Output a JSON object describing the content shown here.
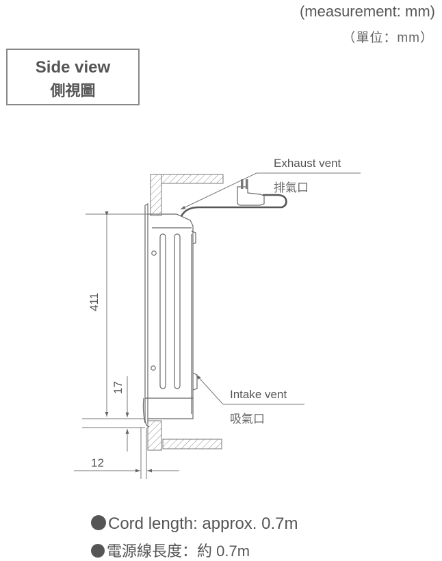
{
  "header": {
    "unit_en": "(measurement: mm)",
    "unit_zh": "（單位：mm）"
  },
  "title": {
    "en": "Side view",
    "zh": "側視圖"
  },
  "callouts": {
    "exhaust_en": "Exhaust vent",
    "exhaust_zh": "排氣口",
    "intake_en": "Intake vent",
    "intake_zh": "吸氣口"
  },
  "dimensions": {
    "height": "411",
    "bottom_offset": "17",
    "wall_gap": "12"
  },
  "notes": {
    "cord_en": "Cord length: approx. 0.7m",
    "cord_zh": "電源線長度：約 0.7m"
  }
}
